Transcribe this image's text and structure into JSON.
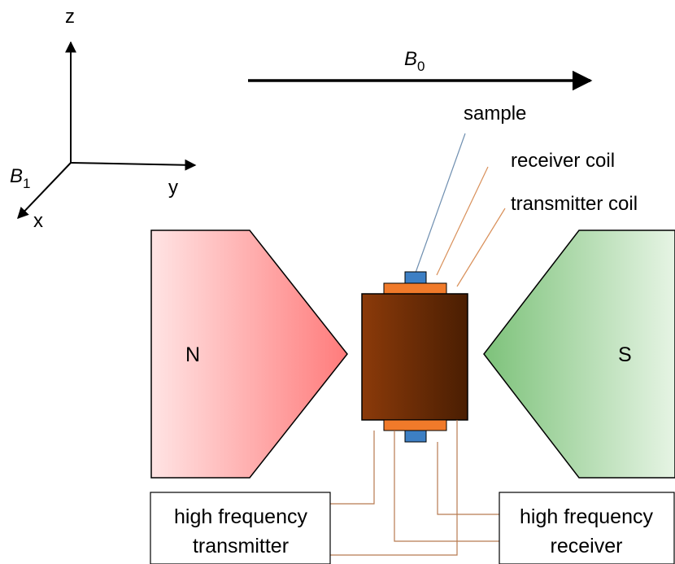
{
  "axes": {
    "z_label": "z",
    "y_label": "y",
    "x_label": "x",
    "b1_symbol": "B",
    "b1_subscript": "1"
  },
  "field": {
    "b0_symbol": "B",
    "b0_subscript": "0"
  },
  "callouts": {
    "sample": "sample",
    "receiver_coil": "receiver coil",
    "transmitter_coil": "transmitter coil"
  },
  "magnets": {
    "north": "N",
    "south": "S"
  },
  "boxes": {
    "transmitter_line1": "high frequency",
    "transmitter_line2": "transmitter",
    "receiver_line1": "high frequency",
    "receiver_line2": "receiver"
  },
  "colors": {
    "north_pole": "#ff7b7b",
    "south_pole": "#7dc27a",
    "coil_body_dark": "#5a2400",
    "coil_body_light": "#8b3a0a",
    "coil_ring": "#f07a2a",
    "sample": "#3d7fc4",
    "sample_leader": "#6f8fb0",
    "coil_leader": "#d9905a"
  }
}
